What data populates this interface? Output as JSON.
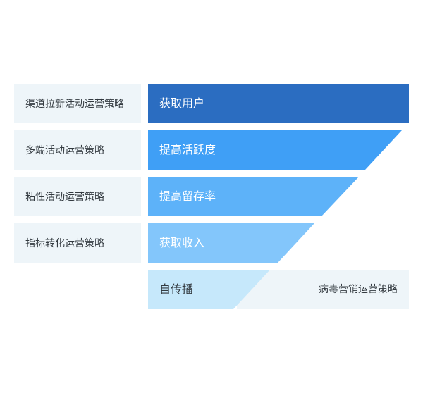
{
  "strategies": [
    {
      "label": "渠道拉新活动运营策略"
    },
    {
      "label": "多端活动运营策略"
    },
    {
      "label": "粘性活动运营策略"
    },
    {
      "label": "指标转化运营策略"
    }
  ],
  "stages": [
    {
      "label": "获取用户",
      "color": "#2b6dc1",
      "text_color": "#ffffff"
    },
    {
      "label": "提高活跃度",
      "color": "#3f9ff6",
      "text_color": "#ffffff"
    },
    {
      "label": "提高留存率",
      "color": "#5db2f9",
      "text_color": "#ffffff"
    },
    {
      "label": "获取收入",
      "color": "#83c6fb",
      "text_color": "#ffffff"
    },
    {
      "label": "自传播",
      "color": "#c6e8fb",
      "text_color": "#333a40"
    }
  ],
  "viral_strategy": {
    "label": "病毒营销运营策略",
    "color": "#eef5f9"
  }
}
